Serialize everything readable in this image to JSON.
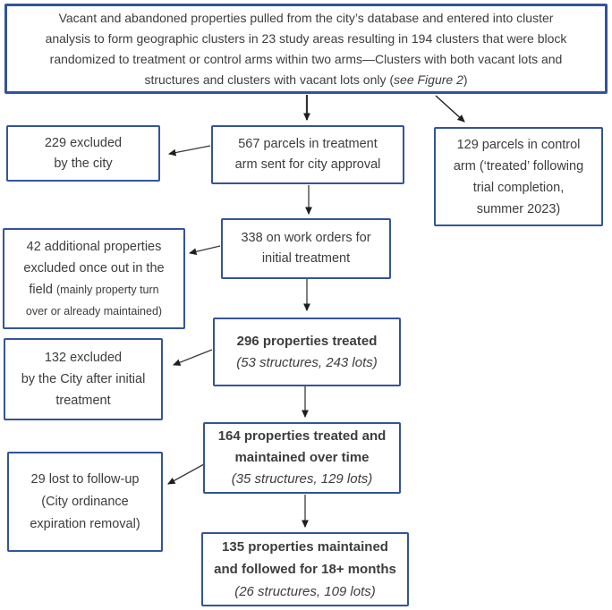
{
  "colors": {
    "box_border": "#33549c",
    "text": "#3d3d3d",
    "arrow": "#222222",
    "background": "#ffffff"
  },
  "flowchart": {
    "top_box": {
      "line1": "Vacant and abandoned properties pulled from the city’s database and entered into cluster",
      "line2": "analysis to form geographic clusters in 23 study areas resulting in 194 clusters that were block",
      "line3": "randomized to treatment or control arms within two arms—Clusters with both vacant lots and",
      "line4_prefix": "structures and clusters with vacant lots only (",
      "line4_italic": "see Figure 2",
      "line4_suffix": ")"
    },
    "excluded_229": {
      "line1": "229 excluded",
      "line2": "by the city"
    },
    "treatment_567": {
      "line1": "567 parcels in treatment",
      "line2": "arm sent for city approval"
    },
    "control_129": {
      "line1": "129 parcels in control",
      "line2": "arm (‘treated’ following",
      "line3": "trial completion,",
      "line4": "summer 2023)"
    },
    "workorders_338": {
      "line1": "338 on work orders for",
      "line2": "initial treatment"
    },
    "excluded_42": {
      "line1": "42 additional properties",
      "line2": "excluded once out in the",
      "line3_normal": "field ",
      "line3_small": "(mainly property turn",
      "line4_small": "over or already maintained)"
    },
    "treated_296": {
      "bold1": "296 properties treated",
      "italic1": "(53 structures, 243 lots)"
    },
    "excluded_132": {
      "line1": "132 excluded",
      "line2": "by the City after initial",
      "line3": "treatment"
    },
    "maintained_164": {
      "bold1": "164 properties treated and",
      "bold2": "maintained over time",
      "italic1": "(35 structures, 129 lots)"
    },
    "lost_29": {
      "line1": "29 lost to follow-up",
      "line2": "(City ordinance",
      "line3": "expiration removal)"
    },
    "final_135": {
      "bold1": "135 properties maintained",
      "bold2": "and followed for 18+ months",
      "italic1": "(26 structures, 109 lots)"
    }
  }
}
